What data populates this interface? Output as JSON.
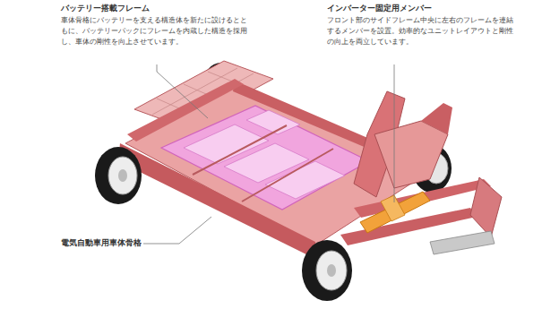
{
  "diagram": {
    "labels": [
      "バッテリー搭載フレーム",
      "車体骨格にバッテリーを支える構造体を新たに設けるとともに、バッテリーパックにフレームを内蔵した構造を採用し、車体の剛性を向上させています。",
      "インバーター固定用メンバー",
      "フロント部のサイドフレーム中央に左右のフレームを連結するメンバーを設置。効率的なユニットレイアウトと剛性の向上を両立しています。",
      "電気自動車用車体骨格"
    ]
  }
}
